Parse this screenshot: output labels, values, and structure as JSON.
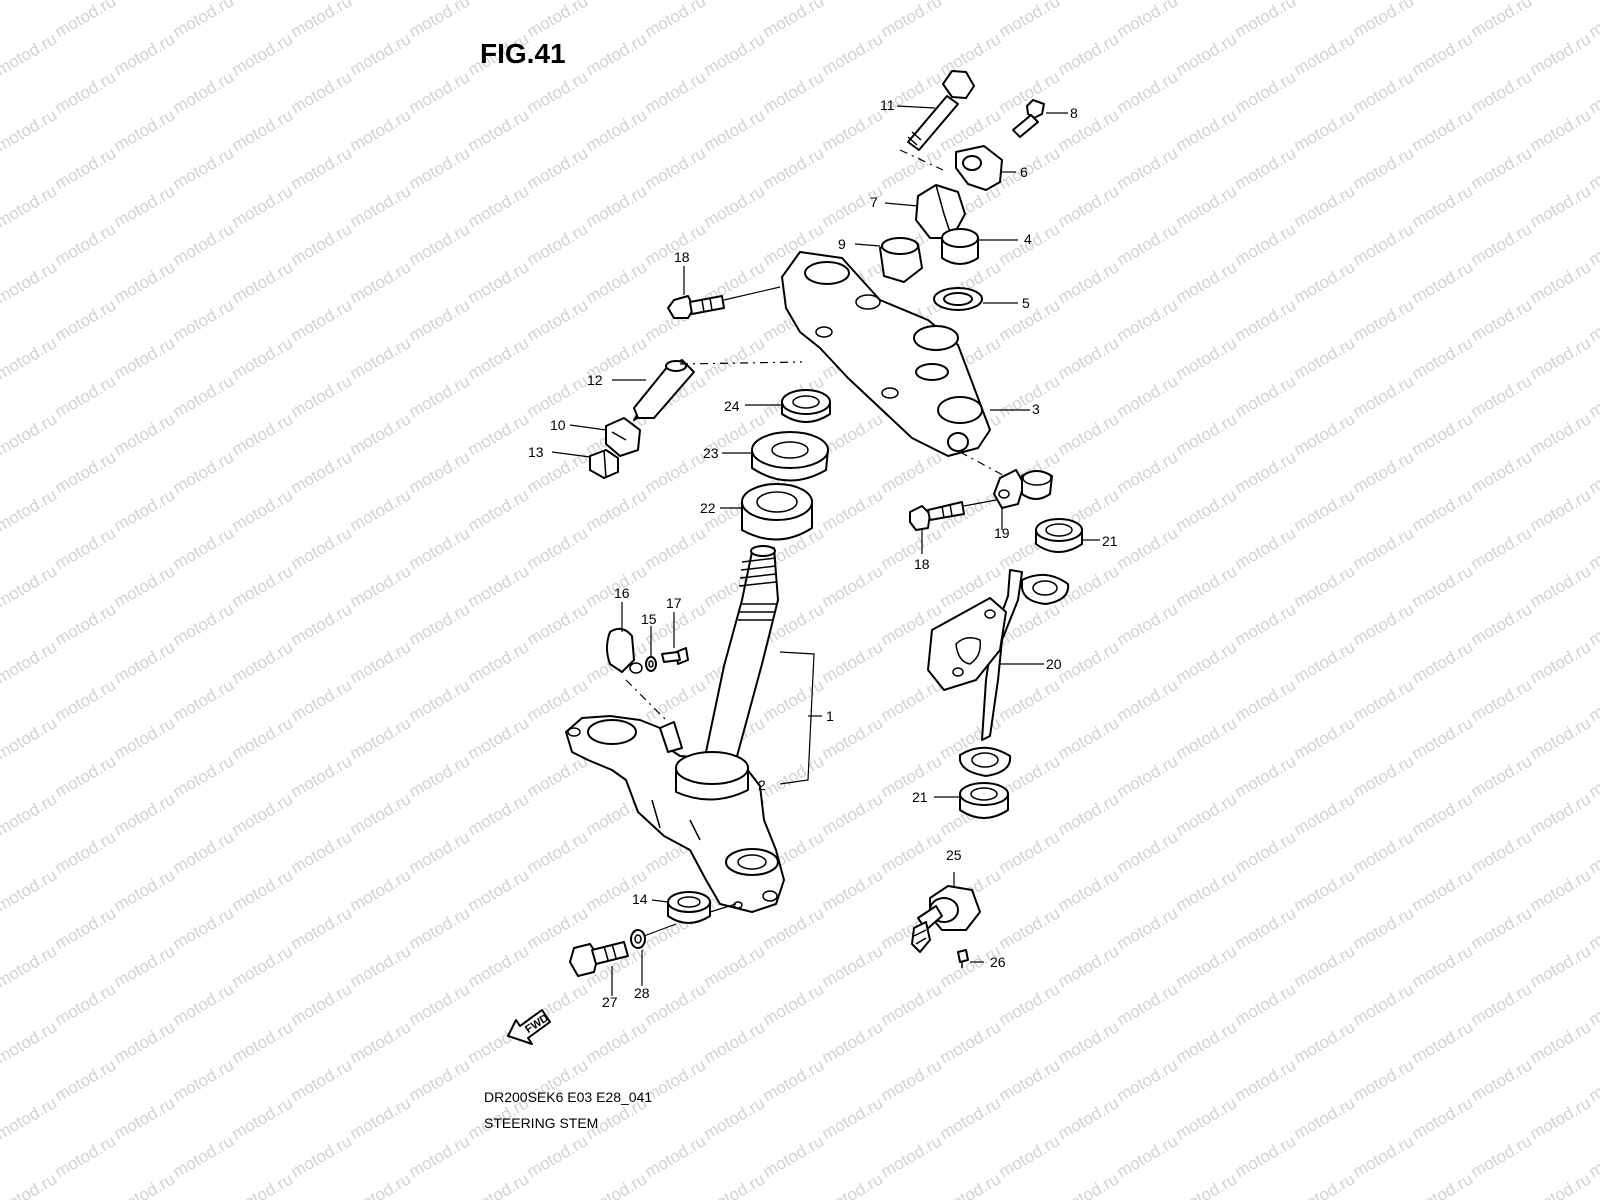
{
  "figure": {
    "title": "FIG.41",
    "code": "DR200SEK6 E03 E28_041",
    "name": "STEERING STEM"
  },
  "watermark_text": "motod.ru",
  "fwd_label": "FWD",
  "callouts": {
    "c1": "1",
    "c2": "2",
    "c3": "3",
    "c4": "4",
    "c5": "5",
    "c6": "6",
    "c7": "7",
    "c8": "8",
    "c9": "9",
    "c10": "10",
    "c11": "11",
    "c12": "12",
    "c13": "13",
    "c14": "14",
    "c15": "15",
    "c16": "16",
    "c17": "17",
    "c18a": "18",
    "c18b": "18",
    "c19": "19",
    "c20": "20",
    "c21a": "21",
    "c21b": "21",
    "c22": "22",
    "c23": "23",
    "c24": "24",
    "c25": "25",
    "c26": "26",
    "c27": "27",
    "c28": "28"
  }
}
